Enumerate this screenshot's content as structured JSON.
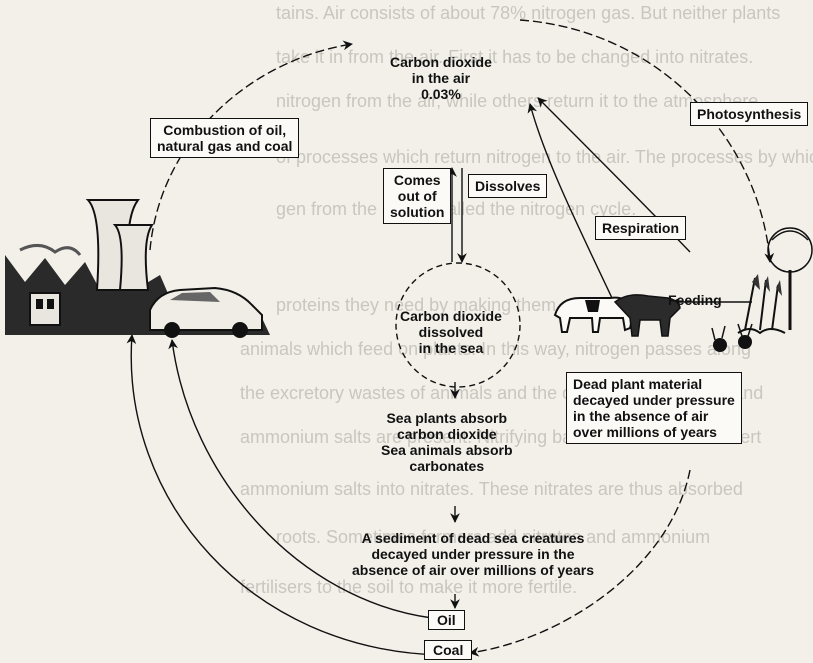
{
  "background_text": [
    "tains. Air consists of about 78% nitrogen gas. But neither plants",
    "take it in from the air. First it has to be changed into nitrates.",
    "nitrogen from the air, while others return it to the atmosphere.",
    "of processes which return nitrogen to the air. The processes by which",
    "gen from the air are called the nitrogen cycle.",
    "proteins they need by making them or by eating",
    "animals which feed on plants. In this way, nitrogen passes along",
    "the excretory wastes of animals and the decay of dead plants and",
    "ammonium salts are present. Nitrifying bacteria in the soil convert",
    "ammonium salts into nitrates. These nitrates are thus absorbed",
    "roots. Sometimes farmers add nitrates and ammonium",
    "fertilisers to the soil to make it more fertile."
  ],
  "nodes": {
    "air": [
      "Carbon dioxide",
      "in the air",
      "0.03%"
    ],
    "combustion": [
      "Combustion of oil,",
      "natural gas and coal"
    ],
    "photosynthesis": "Photosynthesis",
    "comes_out": [
      "Comes",
      "out of",
      "solution"
    ],
    "dissolves": "Dissolves",
    "respiration": "Respiration",
    "sea": [
      "Carbon dioxide",
      "dissolved",
      "in the sea"
    ],
    "feeding": "Feeding",
    "dead_plant": [
      "Dead plant material",
      "decayed under pressure",
      "in the absence of air",
      "over millions of years"
    ],
    "sea_absorb": [
      "Sea plants absorb",
      "carbon dioxide",
      "Sea animals absorb",
      "carbonates"
    ],
    "sediment": [
      "A sediment of dead sea creatures",
      "decayed under pressure in the",
      "absence of air over millions of years"
    ],
    "oil": "Oil",
    "coal": "Coal"
  }
}
